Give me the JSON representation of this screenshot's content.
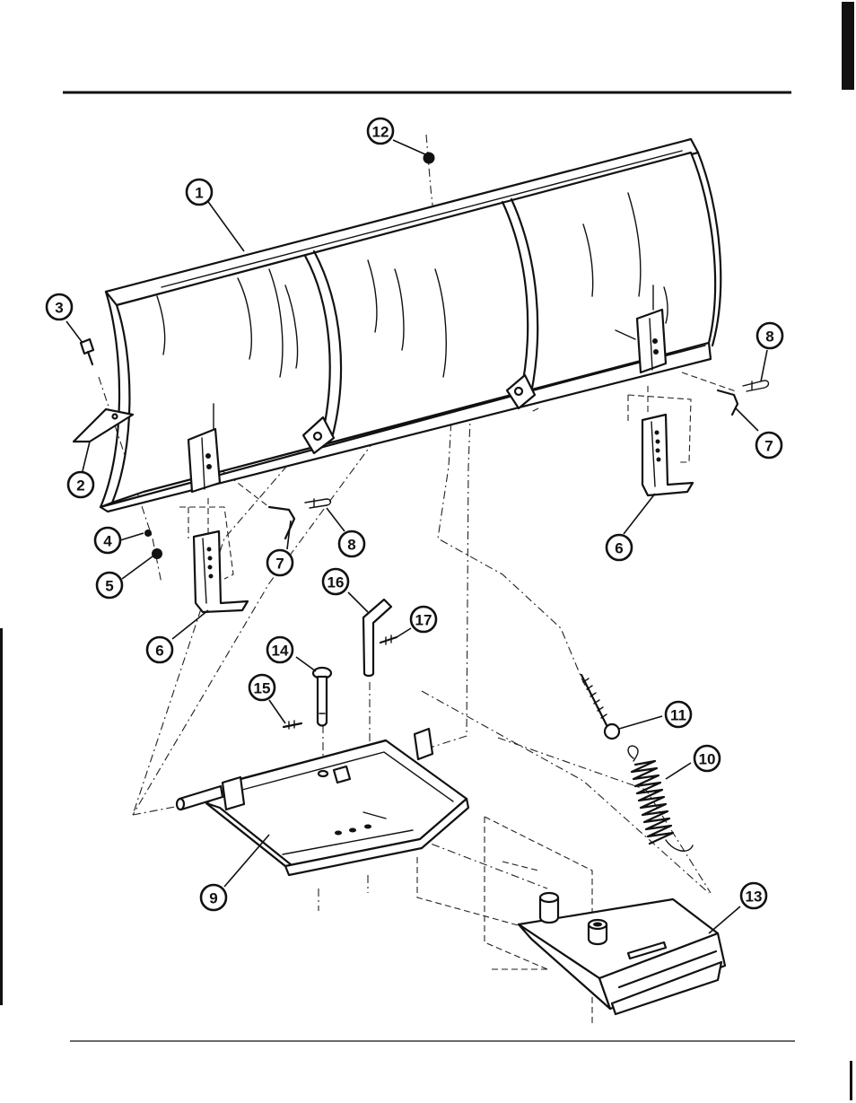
{
  "callouts": [
    {
      "id": "c1",
      "label": "1"
    },
    {
      "id": "c2",
      "label": "2"
    },
    {
      "id": "c3",
      "label": "3"
    },
    {
      "id": "c4",
      "label": "4"
    },
    {
      "id": "c5",
      "label": "5"
    },
    {
      "id": "c6a",
      "label": "6"
    },
    {
      "id": "c6b",
      "label": "6"
    },
    {
      "id": "c7a",
      "label": "7"
    },
    {
      "id": "c7b",
      "label": "7"
    },
    {
      "id": "c8a",
      "label": "8"
    },
    {
      "id": "c8b",
      "label": "8"
    },
    {
      "id": "c9",
      "label": "9"
    },
    {
      "id": "c10",
      "label": "10"
    },
    {
      "id": "c11",
      "label": "11"
    },
    {
      "id": "c12",
      "label": "12"
    },
    {
      "id": "c13",
      "label": "13"
    },
    {
      "id": "c14",
      "label": "14"
    },
    {
      "id": "c15",
      "label": "15"
    },
    {
      "id": "c16",
      "label": "16"
    },
    {
      "id": "c17",
      "label": "17"
    }
  ],
  "colors": {
    "ink": "#111111",
    "paper": "#ffffff"
  }
}
